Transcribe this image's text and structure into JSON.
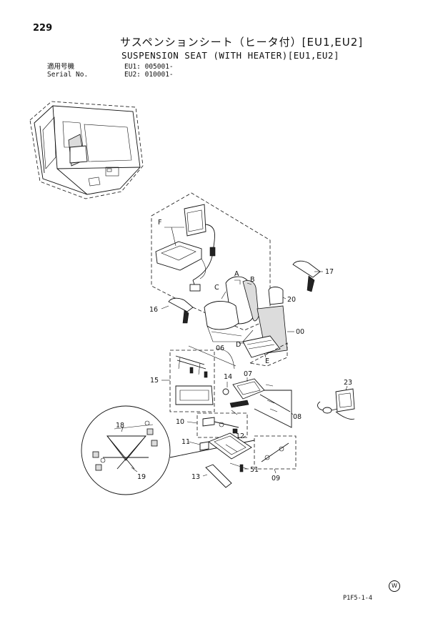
{
  "page": {
    "number": "229",
    "title_jp": "サスペンションシート（ヒータ付）[EU1,EU2]",
    "title_en": "SUSPENSION SEAT (WITH HEATER)[EU1,EU2]",
    "applicability": [
      {
        "label": "適用号機",
        "value": "EU1: 005001-"
      },
      {
        "label": "Serial No.",
        "value": "EU2: 010001-"
      }
    ],
    "page_code": "P1F5-1-4",
    "mark": "W"
  },
  "callouts": {
    "F": "F",
    "A": "A",
    "B": "B",
    "C": "C",
    "D": "D",
    "E": "E",
    "c17": "17",
    "c20": "20",
    "c16": "16",
    "c00": "00",
    "c06": "06",
    "c15": "15",
    "c14": "14",
    "c07": "07",
    "c23": "23",
    "c08": "08",
    "c18": "18",
    "c10": "10",
    "c11": "11",
    "c12": "12",
    "c19": "19",
    "c51": "51",
    "c09": "09",
    "c13": "13"
  }
}
